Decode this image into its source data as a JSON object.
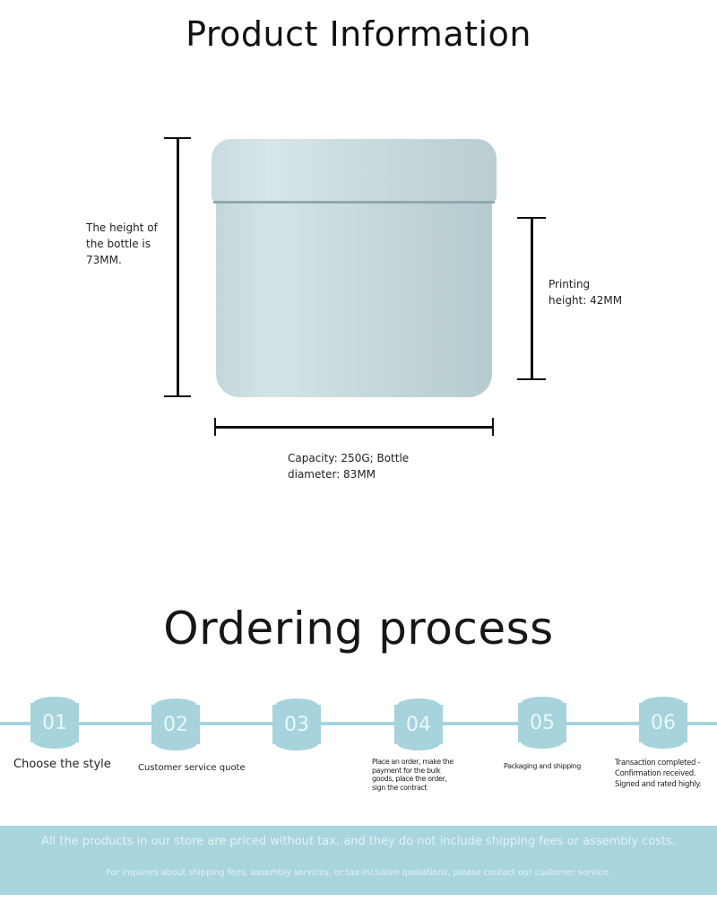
{
  "product_info": {
    "title": "Product Information",
    "height_label": [
      "The height of",
      "the bottle is",
      "73MM."
    ],
    "printing_label": [
      "Printing",
      "height: 42MM"
    ],
    "capacity_label": [
      "Capacity: 250G; Bottle",
      "diameter: 83MM"
    ],
    "product_image": "light-blue-cosmetic-jar",
    "jar_color": "#c6d9dc"
  },
  "ordering_process": {
    "title": "Ordering process",
    "accent_color": "#a6d3dc",
    "steps": [
      {
        "number": "01",
        "text": [
          "Choose the style"
        ]
      },
      {
        "number": "02",
        "text": [
          "Customer service quote"
        ]
      },
      {
        "number": "03",
        "text": []
      },
      {
        "number": "04",
        "text": [
          "Place an order, make the",
          "payment for the bulk",
          "goods, place the order,",
          "sign the contract"
        ]
      },
      {
        "number": "05",
        "text": [
          "Packaging and shipping"
        ]
      },
      {
        "number": "06",
        "text": [
          "Transaction completed -",
          "Confirmation received.",
          "Signed and rated highly."
        ]
      }
    ]
  },
  "banner": {
    "line1": "All the products in our store are priced without tax, and they do not include shipping fees or assembly costs.",
    "line2": "For inquiries about shipping fees, assembly services, or tax-inclusive quotations, please contact our customer service.",
    "background_color": "#a8d5de"
  }
}
